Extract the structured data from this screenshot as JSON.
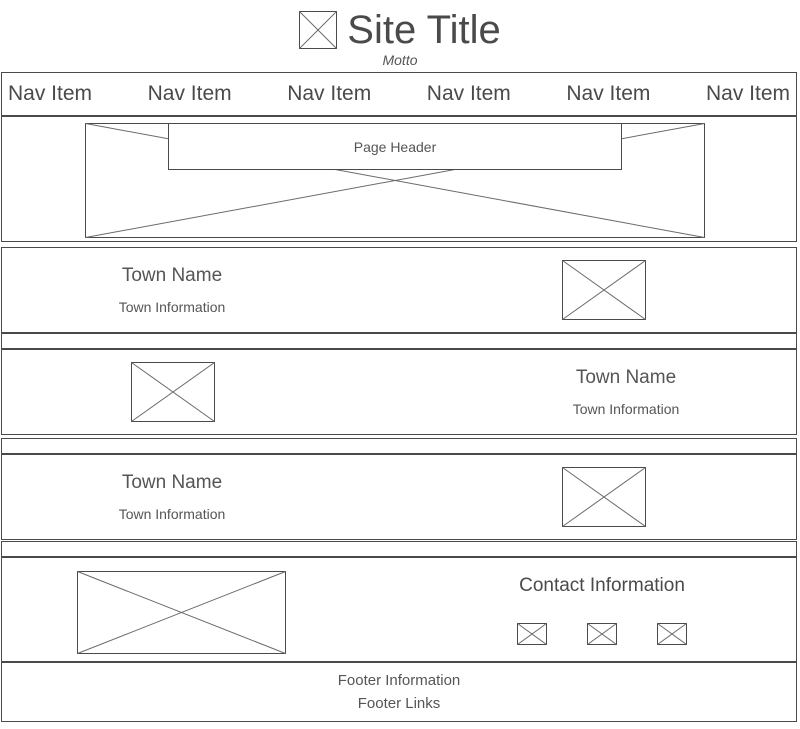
{
  "header": {
    "logo_icon": "image-placeholder-icon",
    "site_title": "Site Title",
    "motto": "Motto"
  },
  "nav": {
    "items": [
      {
        "label": "Nav Item"
      },
      {
        "label": "Nav Item"
      },
      {
        "label": "Nav Item"
      },
      {
        "label": "Nav Item"
      },
      {
        "label": "Nav Item"
      },
      {
        "label": "Nav Item"
      }
    ]
  },
  "hero": {
    "placeholder_icon": "image-placeholder-icon",
    "overlay_label": "Page Header"
  },
  "towns": [
    {
      "name": "Town Name",
      "info": "Town Information",
      "image_icon": "image-placeholder-icon",
      "image_side": "right"
    },
    {
      "name": "Town Name",
      "info": "Town Information",
      "image_icon": "image-placeholder-icon",
      "image_side": "left"
    },
    {
      "name": "Town Name",
      "info": "Town Information",
      "image_icon": "image-placeholder-icon",
      "image_side": "right"
    }
  ],
  "contact": {
    "image_icon": "image-placeholder-icon",
    "title": "Contact Information",
    "icons": [
      {
        "icon": "social-placeholder-icon"
      },
      {
        "icon": "social-placeholder-icon"
      },
      {
        "icon": "social-placeholder-icon"
      }
    ]
  },
  "footer": {
    "information": "Footer Information",
    "links": "Footer Links"
  },
  "colors": {
    "border": "#4a4a4a",
    "text": "#555555",
    "background": "#ffffff"
  }
}
